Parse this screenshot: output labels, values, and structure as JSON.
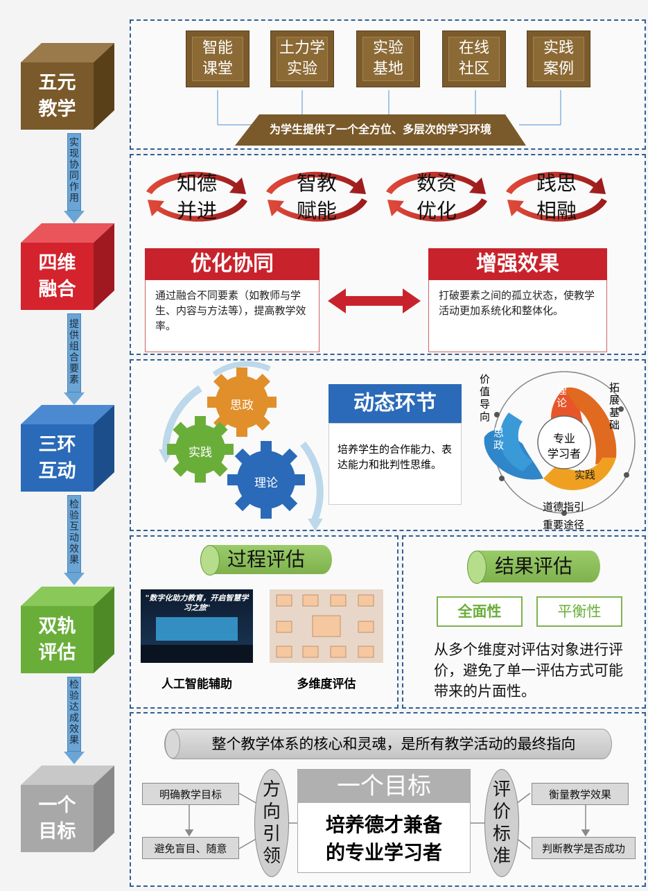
{
  "left_column": {
    "cubes": [
      {
        "label": "五元\n教学",
        "color": "#7a5a2a",
        "top_color": "#9a7a4a",
        "side_color": "#5a4018"
      },
      {
        "label": "四维\n融合",
        "color": "#d4232d",
        "top_color": "#e8565c",
        "side_color": "#a01820"
      },
      {
        "label": "三环\n互动",
        "color": "#2a6ab8",
        "top_color": "#4b8ad0",
        "side_color": "#1d4e8c"
      },
      {
        "label": "双轨\n评估",
        "color": "#6aae3a",
        "top_color": "#8ac85a",
        "side_color": "#4e8a26"
      },
      {
        "label": "一个\n目标",
        "color": "#a8a8a8",
        "top_color": "#c8c8c8",
        "side_color": "#888888"
      }
    ],
    "arrows": [
      "实现协同作用",
      "提供组合要素",
      "检验互动效果",
      "检验达成效果"
    ]
  },
  "section1": {
    "plates": [
      "智能\n课堂",
      "土力学\n实验",
      "实验\n基地",
      "在线\n社区",
      "实践\n案例"
    ],
    "banner": "为学生提供了一个全方位、多层次的学习环境"
  },
  "section2": {
    "rings": [
      "知德\n并进",
      "智教\n赋能",
      "数资\n优化",
      "践思\n相融"
    ],
    "left_title": "优化协同",
    "left_text": "通过融合不同要素（如教师与学生、内容与方法等），提高教学效率。",
    "right_title": "增强效果",
    "right_text": "打破要素之间的孤立状态，使教学活动更加系统化和整体化。"
  },
  "section3": {
    "gears": [
      "思政",
      "实践",
      "理论"
    ],
    "title": "动态环节",
    "text": "培养学生的合作能力、表达能力和批判性思维。",
    "cycle": {
      "center": "专业\n学习者",
      "segments": [
        "理论",
        "实践",
        "思政"
      ],
      "outer": [
        "价值导向",
        "拓展基础",
        "道德指引",
        "重要途径"
      ]
    }
  },
  "section4": {
    "process_title": "过程评估",
    "img1_caption": "人工智能辅助",
    "img1_text": "\"数字化助力教育，开启智慧学习之旅\"",
    "img2_caption": "多维度评估",
    "result_title": "结果评估",
    "tag1": "全面性",
    "tag2": "平衡性",
    "result_text": "从多个维度对评估对象进行评价，避免了单一评估方式可能带来的片面性。"
  },
  "section5": {
    "banner": "整个教学体系的核心和灵魂，是所有教学活动的最终指向",
    "left_boxes": [
      "明确教学目标",
      "避免盲目、随意"
    ],
    "left_oval": "方\n向\n引\n领",
    "center_title": "一个目标",
    "center_text": "培养德才兼备\n的专业学习者",
    "right_oval": "评\n价\n标\n准",
    "right_boxes": [
      "衡量教学效果",
      "判断教学是否成功"
    ]
  }
}
